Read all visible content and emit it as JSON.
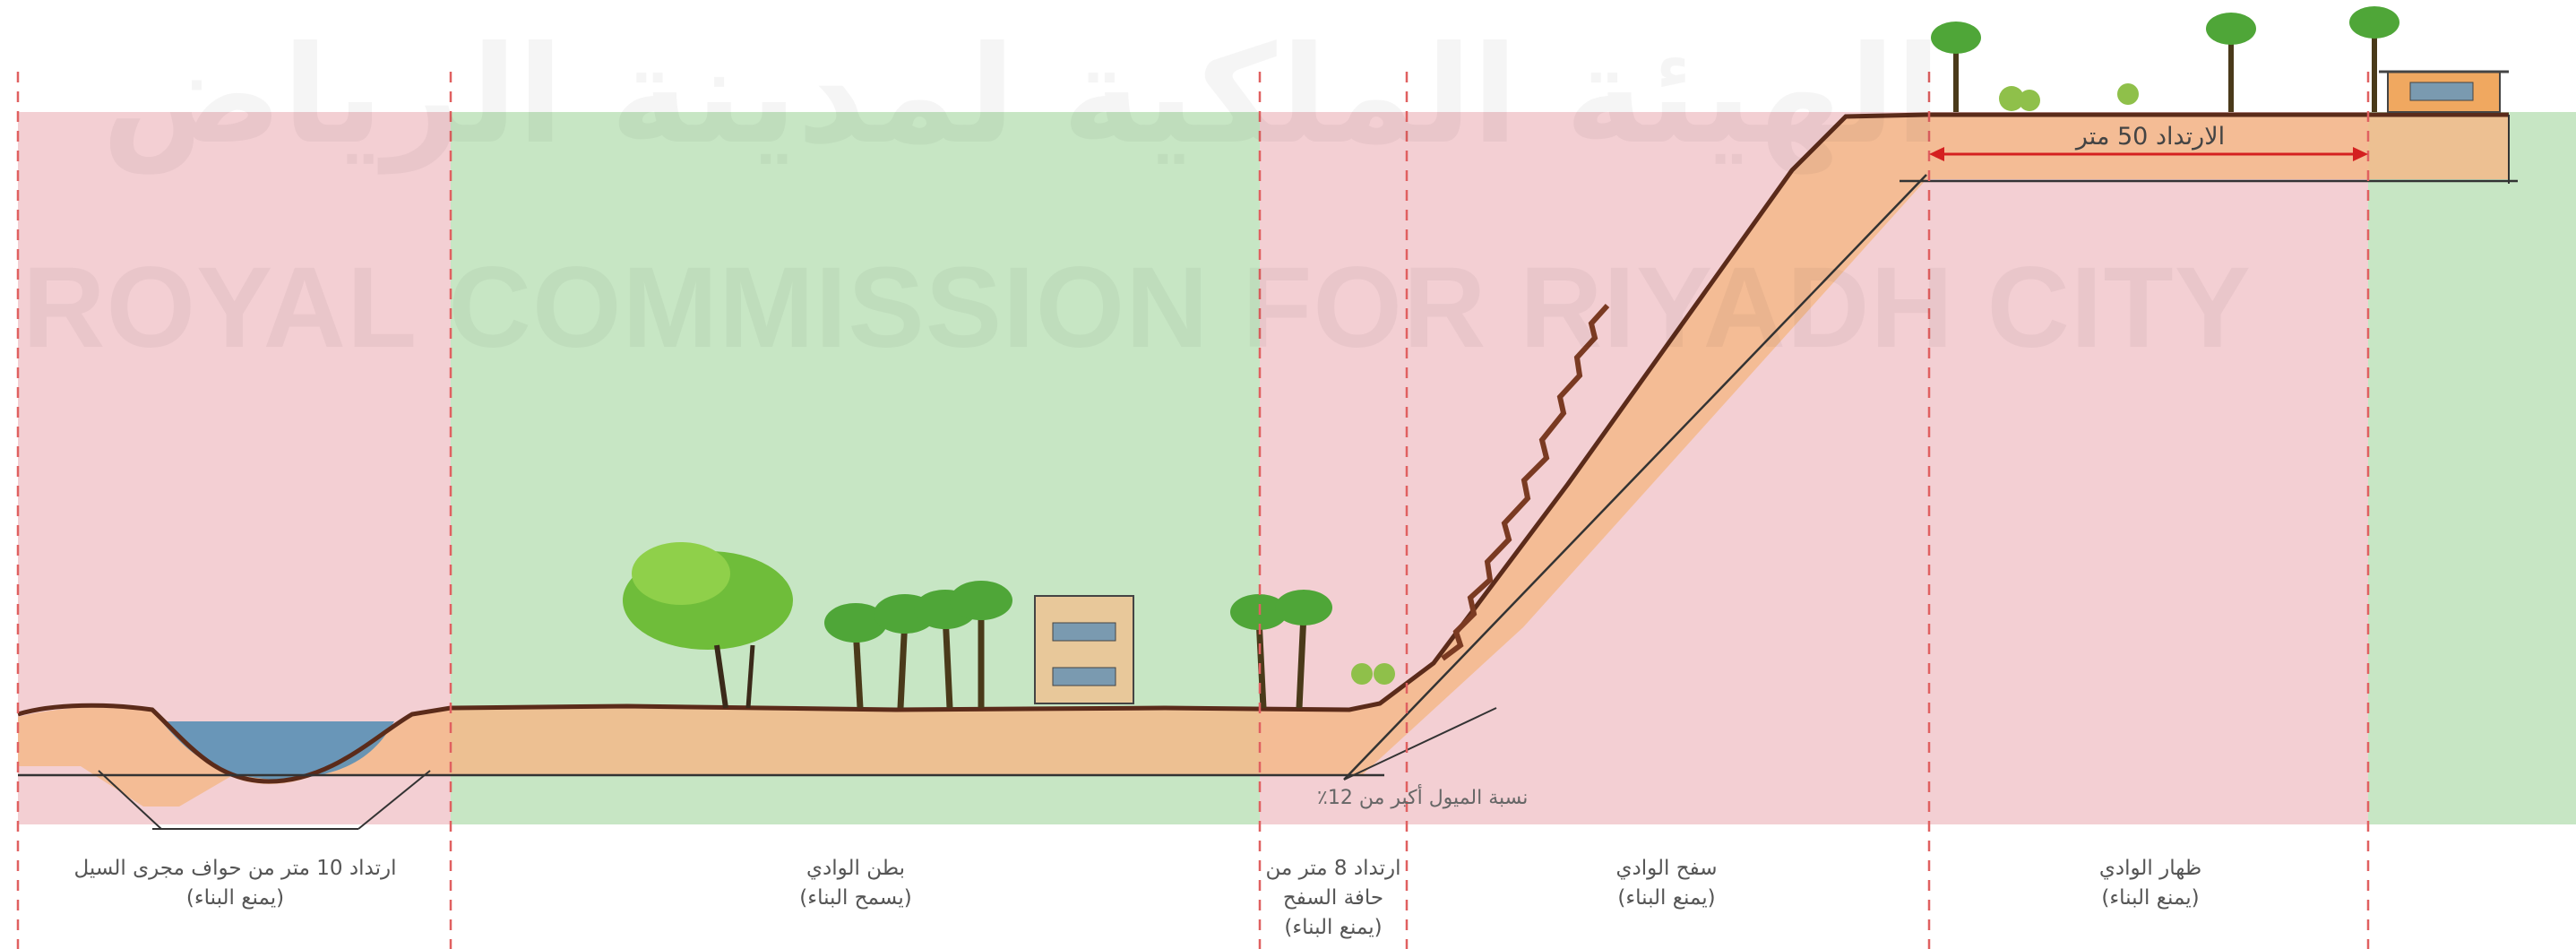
{
  "watermark": {
    "arabic": "الهيئة الملكية لمدينة الرياض",
    "english": "ROYAL COMMISSION FOR RIYADH CITY"
  },
  "colors": {
    "no_build_zone": "#f3cfd3",
    "allow_build_zone": "#c7e6c4",
    "divider": "#e06060",
    "setback_arrow": "#d42020",
    "ground": "#f3b98a",
    "water": "#5a8fb5",
    "outline": "#333333"
  },
  "setback_top": {
    "label": "الارتداد 50 متر"
  },
  "slope_note": "نسبة الميول أكبر من 12٪",
  "zones": [
    {
      "line1": "ارتداد 10 متر من حواف مجرى  السيل",
      "line2": "(يمنع البناء)",
      "line3": "",
      "status": "no-build"
    },
    {
      "line1": "بطن الوادي",
      "line2": "(يسمح البناء)",
      "line3": "",
      "status": "build"
    },
    {
      "line1": "ارتداد 8 متر من",
      "line2": "حافة السفح",
      "line3": "(يمنع البناء)",
      "status": "no-build"
    },
    {
      "line1": "سفح الوادي",
      "line2": "(يمنع البناء)",
      "line3": "",
      "status": "no-build"
    },
    {
      "line1": "ظهار الوادي",
      "line2": "(يمنع البناء)",
      "line3": "",
      "status": "no-build"
    }
  ]
}
